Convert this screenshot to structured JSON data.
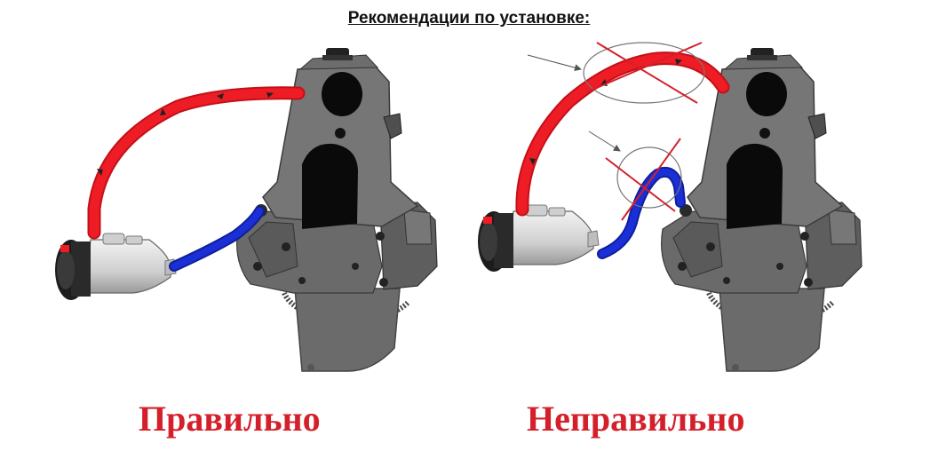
{
  "title": "Рекомендации по установке:",
  "panels": [
    {
      "label": "Правильно"
    },
    {
      "label": "Неправильно"
    }
  ],
  "colors": {
    "label": "#d4202a",
    "hot_hose": "#ee1c24",
    "cold_hose": "#1b2fd6",
    "engine": "#727272",
    "engine_dark": "#5e5e5e",
    "heater": "#d9d9d9",
    "cross_mark": "#d4202a"
  }
}
